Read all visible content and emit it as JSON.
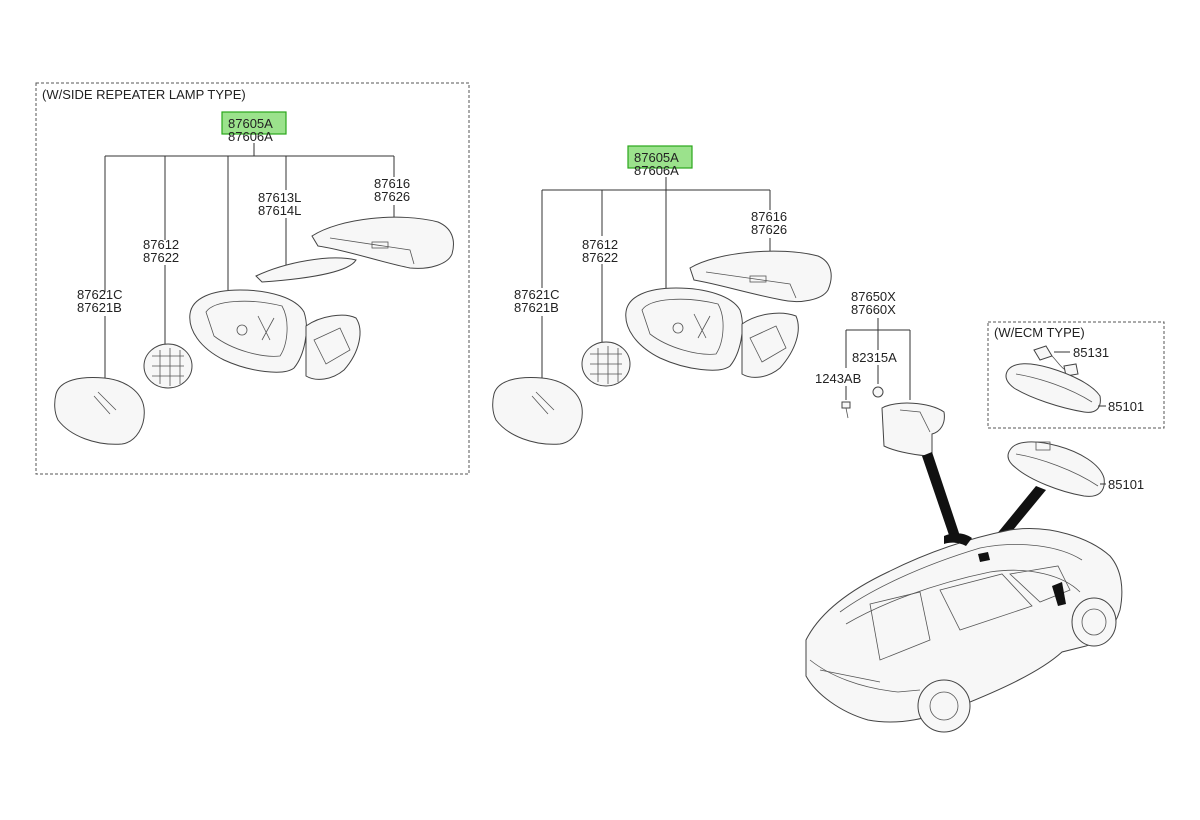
{
  "groups": {
    "side_repeater_title": "(W/SIDE REPEATER LAMP TYPE)",
    "ecm_title": "(W/ECM TYPE)"
  },
  "left_assembly": {
    "main_1": "87605A",
    "main_2": "87606A",
    "glass_1": "87621C",
    "glass_2": "87621B",
    "actuator_1": "87612",
    "actuator_2": "87622",
    "repeater_1": "87613L",
    "repeater_2": "87614L",
    "cover_1": "87616",
    "cover_2": "87626"
  },
  "center_assembly": {
    "main_1": "87605A",
    "main_2": "87606A",
    "glass_1": "87621C",
    "glass_2": "87621B",
    "actuator_1": "87612",
    "actuator_2": "87622",
    "cover_1": "87616",
    "cover_2": "87626"
  },
  "inside_mirror": {
    "cover_1": "87650X",
    "cover_2": "87660X",
    "clip": "82315A",
    "screw": "1243AB",
    "wire": "85131",
    "ecm_mirror": "85101",
    "mirror": "85101"
  },
  "colors": {
    "highlight": "#9be28c",
    "line": "#333333"
  }
}
